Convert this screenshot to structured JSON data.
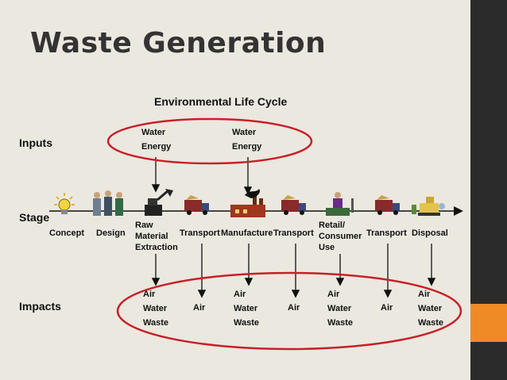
{
  "slide_title": "Waste Generation",
  "diagram_title": "Environmental Life Cycle",
  "row_labels": {
    "inputs": "Inputs",
    "stage": "Stage",
    "impacts": "Impacts"
  },
  "inputs": [
    [
      "Water",
      "Energy"
    ],
    [
      "Water",
      "Energy"
    ]
  ],
  "stages": [
    {
      "label": "Concept",
      "icon": "lightbulb-icon"
    },
    {
      "label": "Design",
      "icon": "people-icon"
    },
    {
      "label": "Raw Material Extraction",
      "lines": [
        "Raw",
        "Material",
        "Extraction"
      ],
      "icon": "excavator-icon"
    },
    {
      "label": "Transport",
      "icon": "truck-icon"
    },
    {
      "label": "Manufacture",
      "icon": "factory-icon"
    },
    {
      "label": "Transport",
      "icon": "truck-icon"
    },
    {
      "label": "Retail/ Consumer Use",
      "lines": [
        "Retail/",
        "Consumer",
        "Use"
      ],
      "icon": "shopper-icon"
    },
    {
      "label": "Transport",
      "icon": "truck-icon"
    },
    {
      "label": "Disposal",
      "icon": "bulldozer-icon"
    }
  ],
  "impacts": [
    [
      "Air",
      "Water",
      "Waste"
    ],
    [
      "Air"
    ],
    [
      "Air",
      "Water",
      "Waste"
    ],
    [
      "Air"
    ],
    [
      "Air",
      "Water",
      "Waste"
    ],
    [
      "Air"
    ],
    [
      "Air",
      "Water",
      "Waste"
    ]
  ],
  "colors": {
    "highlight_ellipse": "#c8202a",
    "accent": "#f08a25",
    "sidebar": "#2b2b2b",
    "background": "#ebe8df"
  }
}
